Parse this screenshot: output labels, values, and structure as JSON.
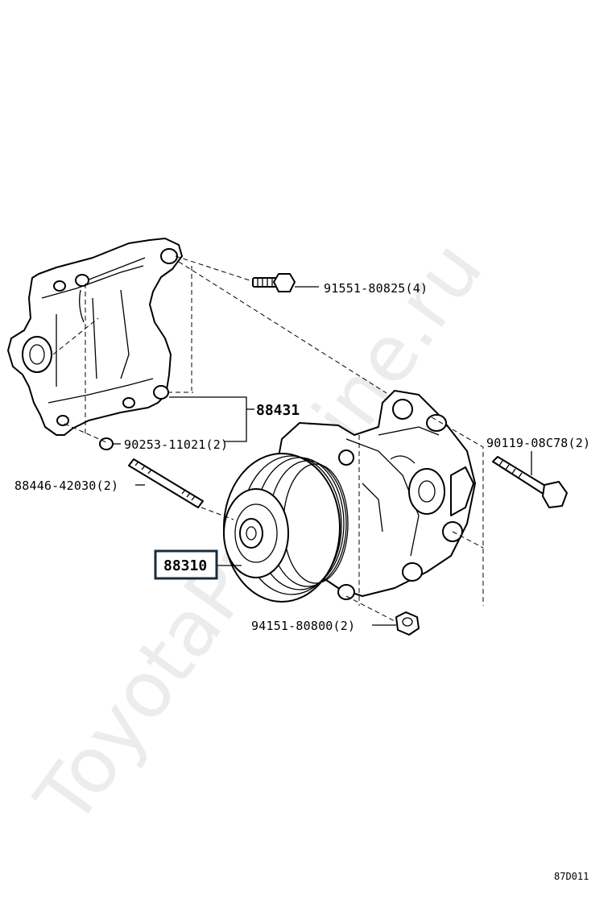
{
  "watermark": "ToyotaPartMine.ru",
  "diagram_code": "87D011",
  "parts": {
    "bolt_top": "91551-80825(4)",
    "bracket": "88431",
    "bracket_nut": "90253-11021(2)",
    "stud": "88446-42030(2)",
    "compressor": "88310",
    "long_bolt": "90119-08C78(2)",
    "nut_bottom": "94151-80800(2)"
  }
}
